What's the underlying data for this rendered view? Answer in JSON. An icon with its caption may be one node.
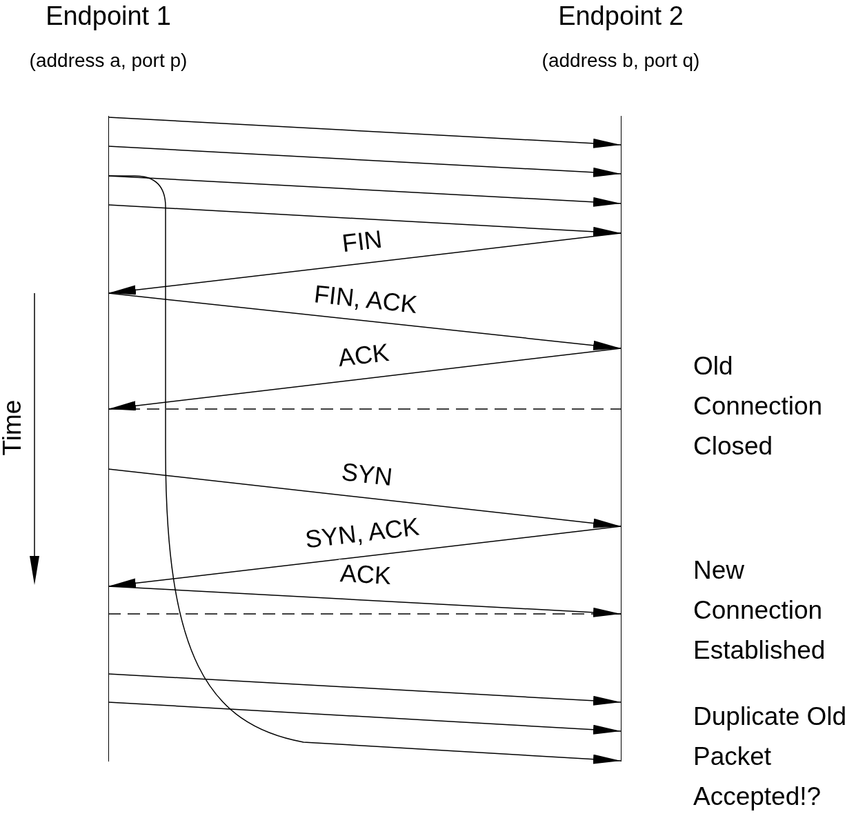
{
  "diagram": {
    "nodes": [
      {
        "text": [
          "Endpoint 1",
          "(address a, port p)"
        ]
      },
      {
        "text": [
          "Endpoint 2",
          "(address b, port q)"
        ]
      }
    ],
    "edges": [
      {
        "from": 0,
        "to": 1,
        "arrow": "to"
      },
      {
        "from": 0,
        "to": 1,
        "arrow": "to"
      },
      {
        "from": 0,
        "to": 1,
        "arrow": "to"
      },
      {
        "from": 0,
        "to": 1,
        "arrow": "to"
      },
      {
        "from": 1,
        "to": 0,
        "arrow": "to",
        "label": "FIN"
      },
      {
        "from": 0,
        "to": 1,
        "arrow": "to",
        "label": "FIN, ACK"
      },
      {
        "from": 1,
        "to": 0,
        "arrow": "to",
        "label": "ACK"
      },
      {
        "from": 0,
        "to": 1,
        "arrow": "none",
        "style": "dashed"
      },
      {
        "from": 0,
        "to": 1,
        "arrow": "to",
        "label": "SYN"
      },
      {
        "from": 1,
        "to": 0,
        "arrow": "to",
        "label": "SYN, ACK"
      },
      {
        "from": 0,
        "to": 1,
        "arrow": "to",
        "label": "ACK"
      },
      {
        "from": 0,
        "to": 1,
        "arrow": "none",
        "style": "dashed"
      },
      {
        "from": 0,
        "to": 1,
        "arrow": "to"
      },
      {
        "from": 0,
        "to": 1,
        "arrow": "to"
      },
      {
        "from": 0,
        "to": 1,
        "arrow": "to"
      }
    ],
    "labels": [
      "Time",
      "Old Connection Closed",
      "New Connection Established",
      "Duplicate Old Packet Accepted!?"
    ]
  }
}
